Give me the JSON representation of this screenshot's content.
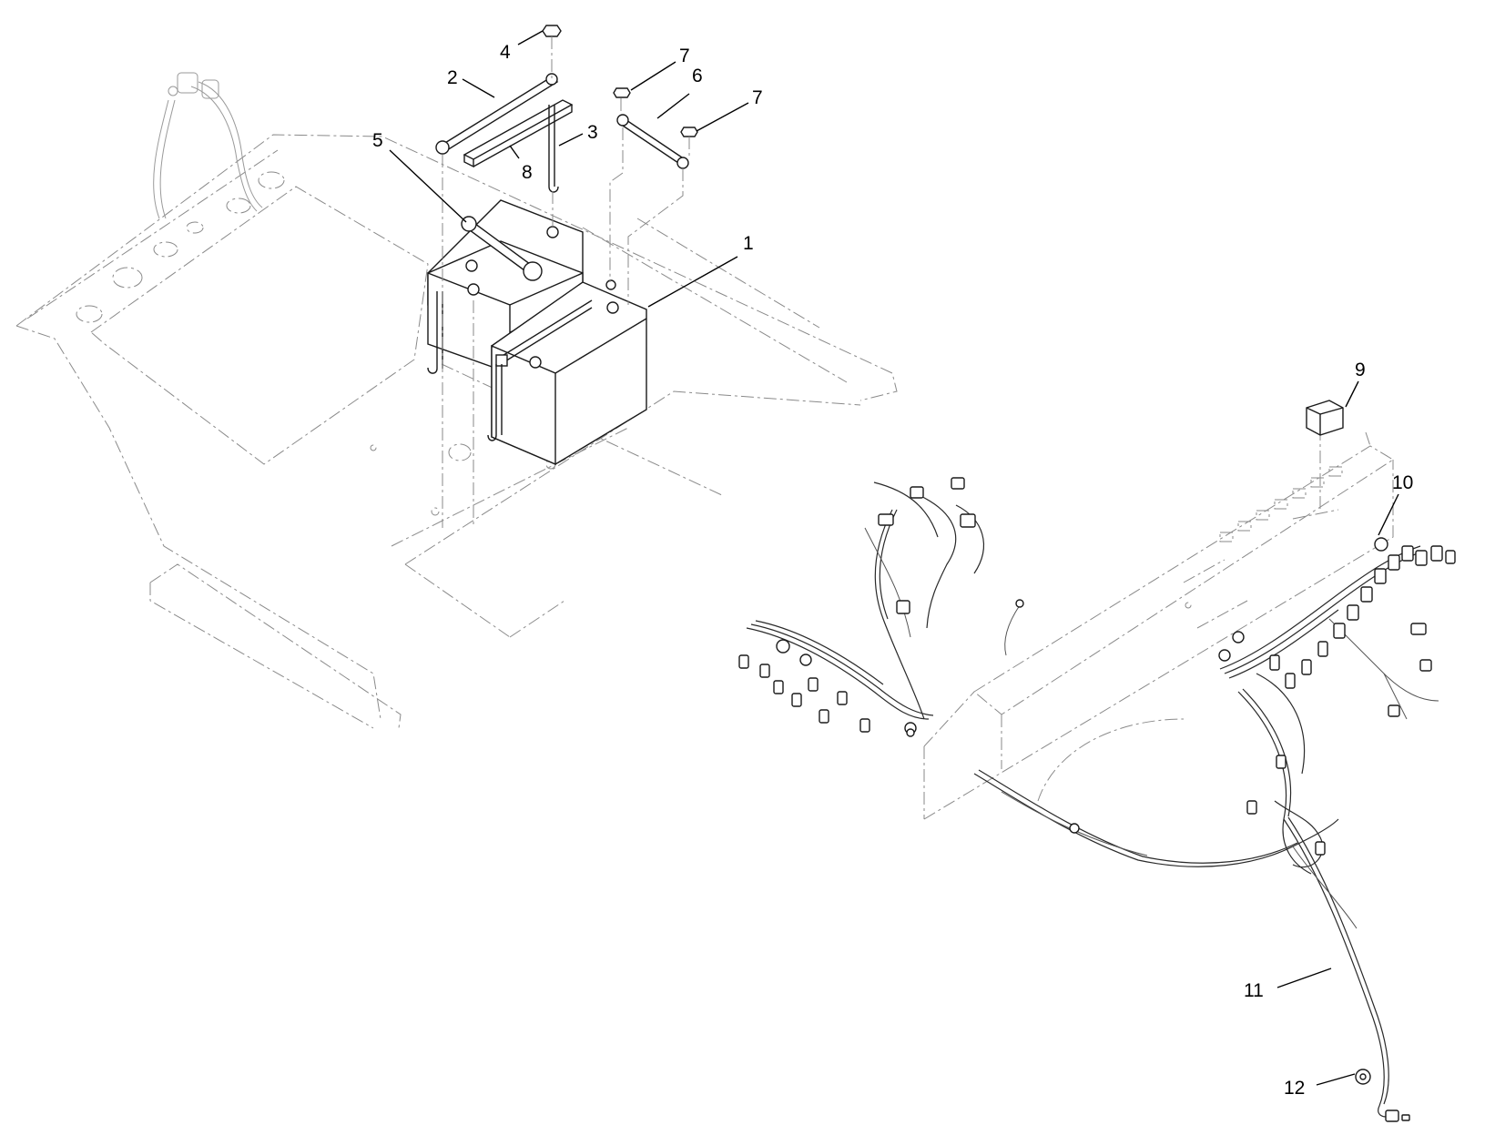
{
  "diagram": {
    "callouts": [
      {
        "id": "1",
        "label": "1"
      },
      {
        "id": "2",
        "label": "2"
      },
      {
        "id": "3",
        "label": "3"
      },
      {
        "id": "4",
        "label": "4"
      },
      {
        "id": "5",
        "label": "5"
      },
      {
        "id": "6",
        "label": "6"
      },
      {
        "id": "7a",
        "label": "7"
      },
      {
        "id": "7b",
        "label": "7"
      },
      {
        "id": "8",
        "label": "8"
      },
      {
        "id": "9",
        "label": "9"
      },
      {
        "id": "10",
        "label": "10"
      },
      {
        "id": "11",
        "label": "11"
      },
      {
        "id": "12",
        "label": "12"
      }
    ]
  }
}
